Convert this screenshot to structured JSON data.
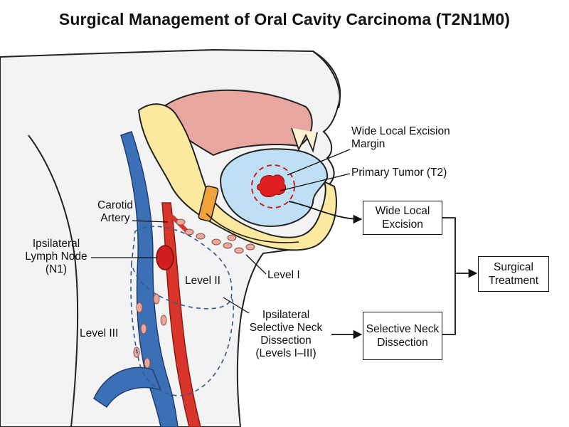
{
  "title": "Surgical Management of Oral Cavity Carcinoma (T2N1M0)",
  "labels": {
    "carotid": "Carotid Artery",
    "node": "Ipsilateral Lymph Node (N1)",
    "level_ii": "Level II",
    "level_iii": "Level III",
    "level_i": "Level I",
    "margin": "Wide Local Excision Margin",
    "tumor": "Primary Tumor (T2)",
    "neck_dissection": "Ipsilateral Selective Neck Dissection (Levels I–III)"
  },
  "flow": {
    "excision": "Wide Local Excision",
    "dissection": "Selective Neck Dissection",
    "treatment": "Surgical Treatment"
  },
  "colors": {
    "vein": "#3b6fb6",
    "artery": "#d9352a",
    "tumor": "#e02020",
    "tongue": "#bfe0f4",
    "mandible": "#fbe9a0",
    "palate": "#e8a7a0",
    "skin": "#f3f3f3"
  }
}
